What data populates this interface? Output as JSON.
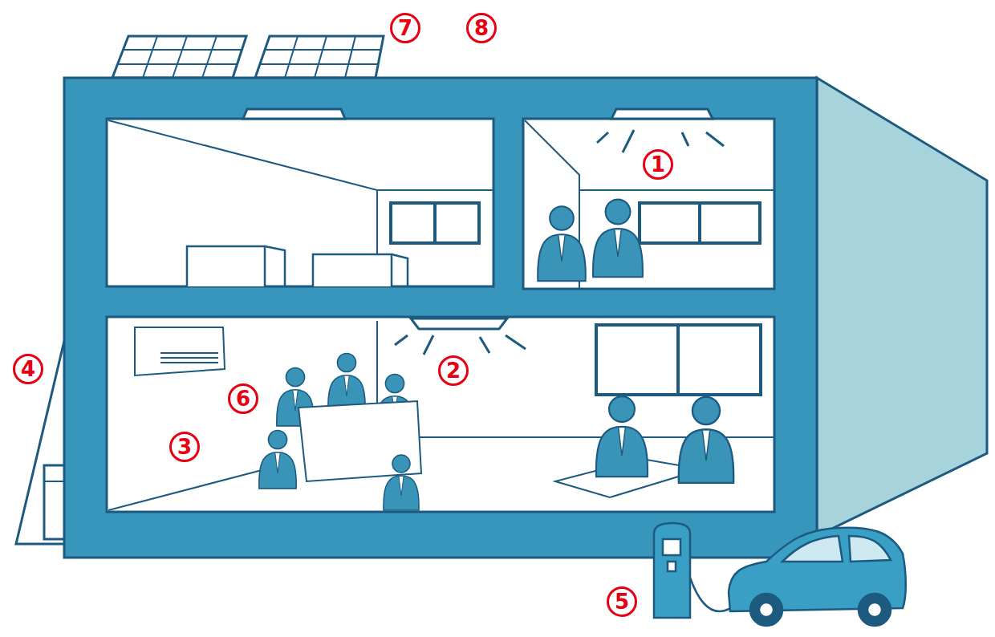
{
  "diagram": {
    "labels": [
      "7",
      "8",
      "1",
      "4",
      "2",
      "6",
      "3",
      "5"
    ]
  }
}
